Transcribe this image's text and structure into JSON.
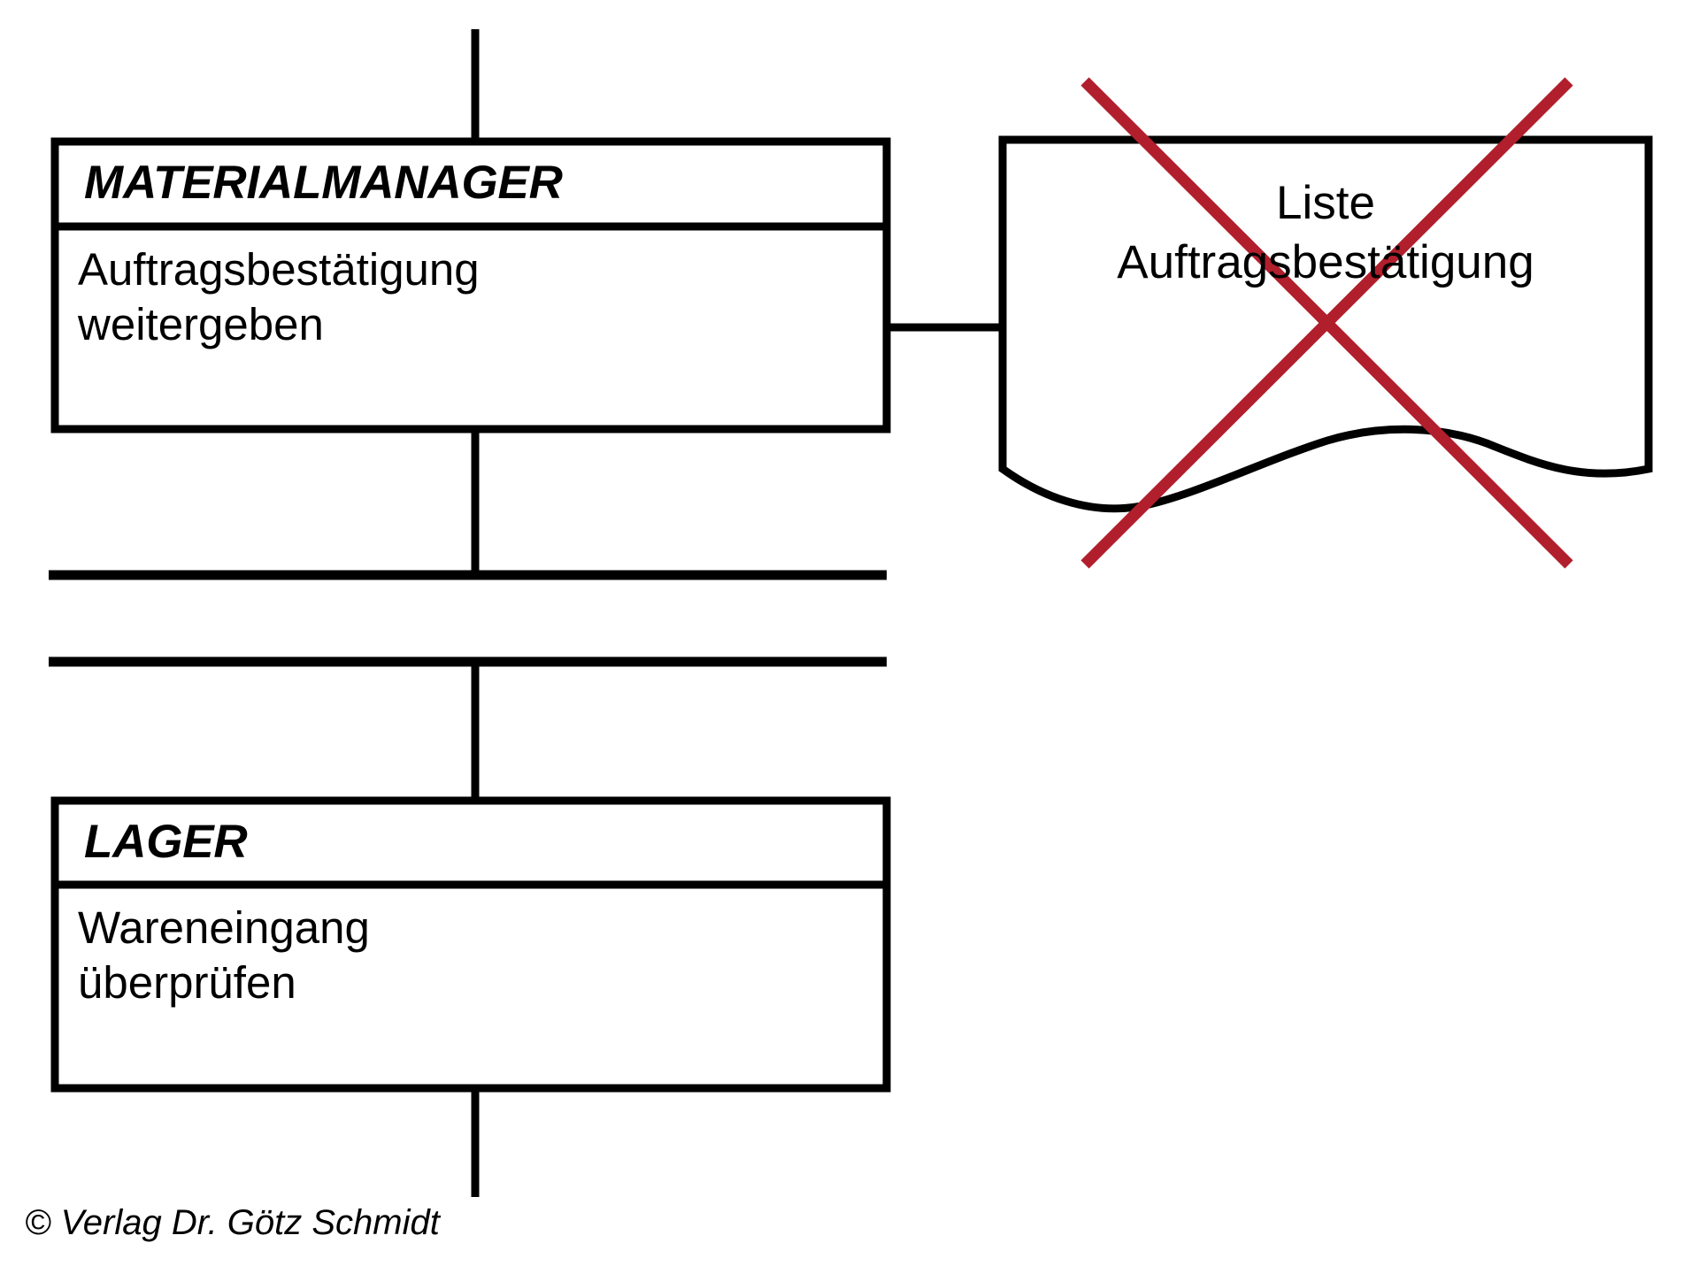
{
  "diagram": {
    "type": "process-flowchart",
    "language": "de",
    "background_color": "#ffffff",
    "line_color": "#000000",
    "strike_color": "#b11f2d"
  },
  "nodes": {
    "process_1": {
      "title": "MATERIALMANAGER",
      "body": "Auftragsbestätigung\nweitergeben"
    },
    "process_2": {
      "title": "LAGER",
      "body": "Wareneingang\nüberprüfen"
    },
    "document_1": {
      "label": "Liste\nAuftragsbestätigung",
      "struck_out": "true",
      "strike_color": "#b11f2d"
    }
  },
  "footer": {
    "copyright": "© Verlag Dr. Götz Schmidt"
  }
}
